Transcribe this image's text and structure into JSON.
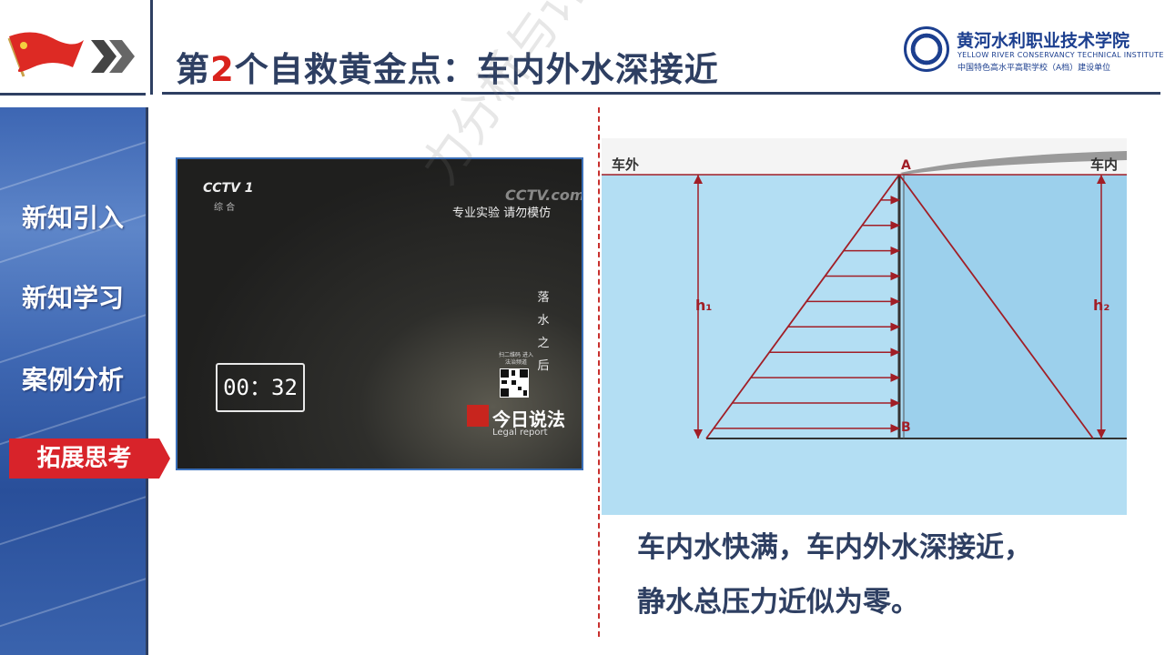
{
  "header": {
    "title_prefix": "第",
    "title_number": "2",
    "title_suffix": "个自救黄金点：车内外水深接近"
  },
  "logo": {
    "name": "黄河水利职业技术学院",
    "english": "YELLOW RIVER CONSERVANCY TECHNICAL INSTITUTE",
    "subtitle": "中国特色高水平高职学校（A档）建设单位"
  },
  "sidebar": {
    "items": [
      {
        "label": "新知引入",
        "active": false
      },
      {
        "label": "新知学习",
        "active": false
      },
      {
        "label": "案例分析",
        "active": false
      },
      {
        "label": "拓展思考",
        "active": true
      }
    ]
  },
  "video": {
    "channel": "CCTV 1",
    "channel_sub": "综 合",
    "watermark": "CCTV.com",
    "warning": "专业实验 请勿模仿",
    "vertical_title": "落水之后",
    "timer": "00：32",
    "qr_caption": "扫二维码 进入法治频道",
    "program": "今日说法",
    "program_en": "Legal report"
  },
  "diagram": {
    "outer_label": "车外",
    "inner_label": "车内",
    "point_a": "A",
    "point_b": "B",
    "h1": "h₁",
    "h2": "h₂",
    "colors": {
      "water": "#b3def3",
      "inner_water": "#9cd0ec",
      "arrow": "#a11e26",
      "wall": "#333333"
    }
  },
  "watermark_text": "力分析与计算",
  "conclusion": {
    "line1": "车内水快满，车内外水深接近，",
    "line2": "静水总压力近似为零。"
  }
}
